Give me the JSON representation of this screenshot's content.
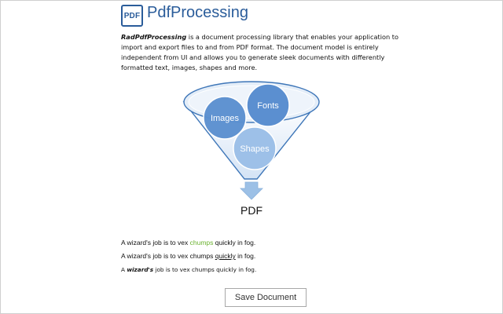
{
  "header": {
    "logo_text": "PDF",
    "title": "PdfProcessing"
  },
  "intro": {
    "product_name": "RadPdfProcessing",
    "text": " is a document processing library that enables your application to import and export files to and from PDF format. The document model is entirely independent from UI and allows you to generate sleek documents with differently formatted text, images, shapes and more."
  },
  "diagram": {
    "circles": [
      "Images",
      "Fonts",
      "Shapes"
    ],
    "output_label": "PDF"
  },
  "samples": {
    "line1": {
      "before": "A wizard's job is to vex ",
      "highlight": "chumps",
      "after": " quickly in fog.",
      "highlight_color": "#6ab22e"
    },
    "line2": {
      "before": "A wizard's job is to vex chumps ",
      "highlight": "quickly",
      "after": " in fog."
    },
    "line3": {
      "before": "A ",
      "highlight": "wizard's",
      "after": " job is to vex chumps quickly in fog."
    }
  },
  "actions": {
    "save_label": "Save Document"
  },
  "colors": {
    "brand": "#2a5c9a",
    "circle_dark": "#5b8fd0",
    "circle_light": "#9dc0e8",
    "funnel_fill": "#dde8f6"
  }
}
